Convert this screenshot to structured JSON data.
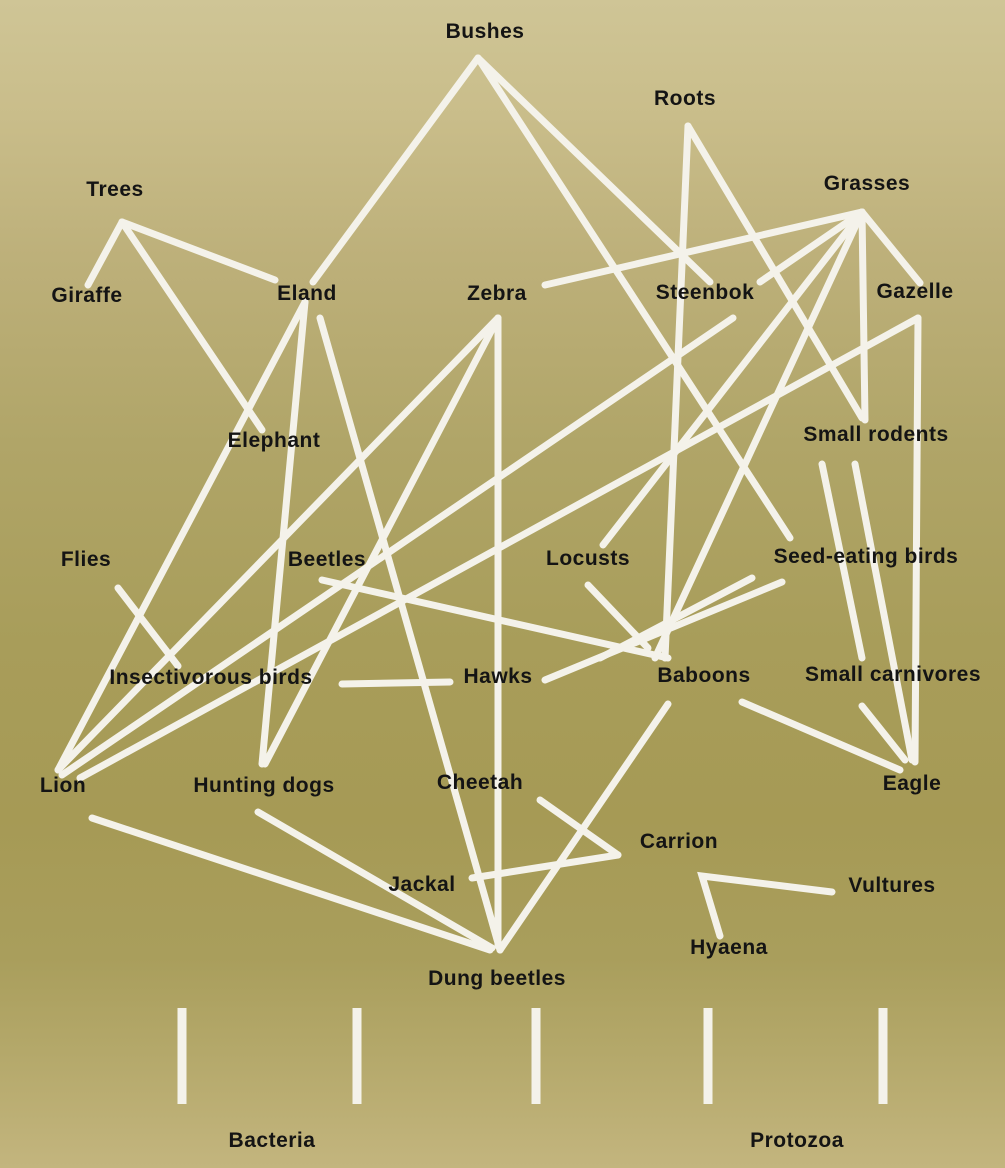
{
  "nodes": {
    "bushes": "Bushes",
    "roots": "Roots",
    "trees": "Trees",
    "grasses": "Grasses",
    "giraffe": "Giraffe",
    "eland": "Eland",
    "zebra": "Zebra",
    "steenbok": "Steenbok",
    "gazelle": "Gazelle",
    "elephant": "Elephant",
    "small_rodents": "Small rodents",
    "flies": "Flies",
    "beetles": "Beetles",
    "locusts": "Locusts",
    "seed_eating_birds": "Seed-eating birds",
    "insectivorous_birds": "Insectivorous birds",
    "hawks": "Hawks",
    "baboons": "Baboons",
    "small_carnivores": "Small carnivores",
    "lion": "Lion",
    "hunting_dogs": "Hunting dogs",
    "cheetah": "Cheetah",
    "eagle": "Eagle",
    "carrion": "Carrion",
    "jackal": "Jackal",
    "vultures": "Vultures",
    "hyaena": "Hyaena",
    "dung_beetles": "Dung beetles",
    "bacteria": "Bacteria",
    "protozoa": "Protozoa"
  },
  "colors": {
    "line": "#f4f2ea",
    "text": "#141414"
  }
}
